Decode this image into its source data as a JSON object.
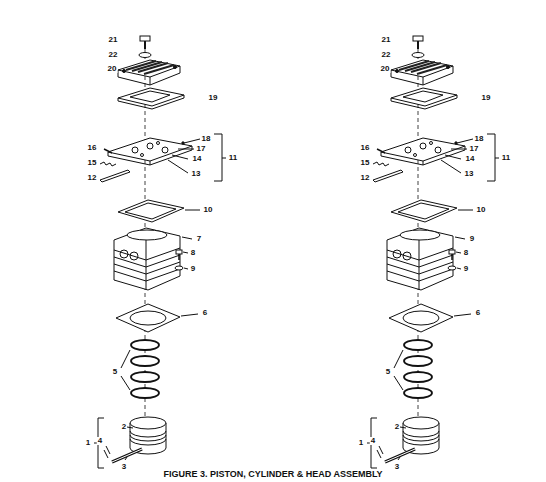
{
  "diagram": {
    "caption": "FIGURE 3. PISTON, CYLINDER & HEAD ASSEMBLY",
    "labels": [
      "21",
      "22",
      "20",
      "19",
      "18",
      "16",
      "17",
      "15",
      "14",
      "11",
      "12",
      "13",
      "10",
      "7",
      "8",
      "9",
      "6",
      "5",
      "2",
      "1",
      "4",
      "3",
      "21",
      "22",
      "20",
      "19",
      "18",
      "16",
      "17",
      "15",
      "14",
      "11",
      "12",
      "13",
      "10",
      "9",
      "8",
      "9",
      "6",
      "5",
      "2",
      "1",
      "4",
      "3"
    ]
  }
}
